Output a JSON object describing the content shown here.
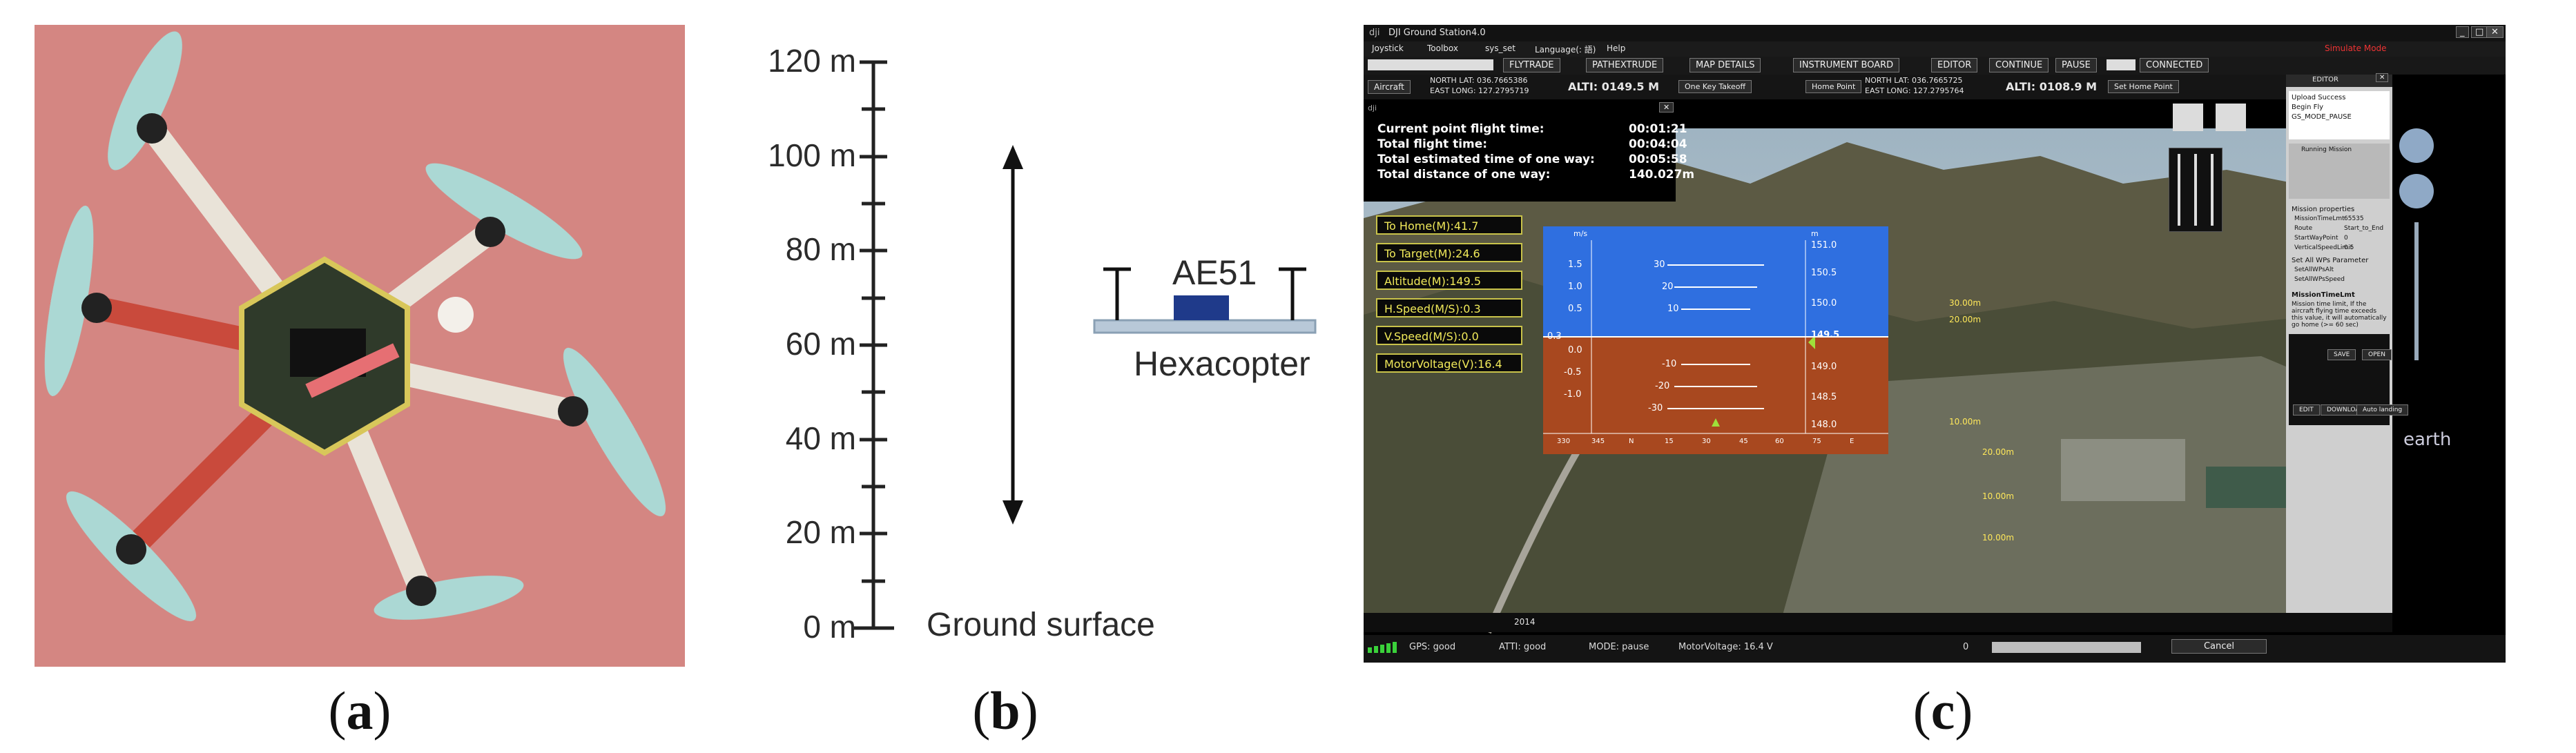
{
  "captions": {
    "a": "a",
    "b": "b",
    "c": "c"
  },
  "scale": {
    "ticks": [
      "120 m",
      "100 m",
      "80 m",
      "60 m",
      "40 m",
      "20 m",
      "0 m"
    ],
    "ground_label": "Ground surface",
    "device_label": "AE51",
    "platform_label": "Hexacopter"
  },
  "gcs": {
    "window_title": "DJI Ground Station4.0",
    "menu": [
      "Joystick",
      "Toolbox",
      "sys_set",
      "Language(: 語)",
      "Help"
    ],
    "mode_text": "Simulate Mode",
    "toolbar": [
      "FLYTRADE",
      "PATHEXTRUDE",
      "MAP DETAILS",
      "INSTRUMENT BOARD",
      "EDITOR",
      "CONTINUE",
      "PAUSE",
      "CONNECTED"
    ],
    "aircraft": {
      "label": "Aircraft",
      "lat": "NORTH LAT: 036.7665386",
      "lon": "EAST LONG: 127.2795719",
      "alti": "ALTI: 0149.5 M"
    },
    "takeoff_label": "One Key Takeoff",
    "home": {
      "label": "Home Point",
      "lat": "NORTH LAT: 036.7665725",
      "lon": "EAST LONG: 127.2795764",
      "alti": "ALTI: 0108.9 M"
    },
    "set_home_label": "Set Home Point",
    "info": {
      "rows": [
        {
          "label": "Current point flight time:",
          "value": "00:01:21"
        },
        {
          "label": "Total flight time:",
          "value": "00:04:04"
        },
        {
          "label": "Total estimated time of one way:",
          "value": "00:05:58"
        },
        {
          "label": "Total distance of one way:",
          "value": "140.027m"
        }
      ]
    },
    "telemetry": [
      "To Home(M):41.7",
      "To Target(M):24.6",
      "Altitude(M):149.5",
      "H.Speed(M/S):0.3",
      "V.Speed(M/S):0.0",
      "MotorVoltage(V):16.4"
    ],
    "editor": {
      "title": "EDITOR",
      "log": [
        "Upload Success",
        "Begin Fly",
        "GS_MODE_PAUSE"
      ],
      "mission_tree": "Running Mission",
      "props_header": "Mission properties",
      "props": [
        {
          "k": "MissionTimeLmt",
          "v": "65535"
        },
        {
          "k": "Route",
          "v": "Start_to_End"
        },
        {
          "k": "StartWayPoint",
          "v": "0"
        },
        {
          "k": "VerticalSpeedLimit",
          "v": "0.5"
        }
      ],
      "wp_header": "Set All WPs Parameter",
      "wp_items": [
        "SetAllWPsAlt",
        "SetAllWPsSpeed"
      ],
      "desc_title": "MissionTimeLmt",
      "desc": "Mission time limit, If the aircraft flying time exceeds this value, it will automatically go home (>= 60 sec)",
      "buttons": [
        "SAVE",
        "OPEN",
        "EDIT",
        "DOWNLOAD",
        "Auto landing"
      ]
    },
    "map_year": "2014",
    "status": [
      "GPS: good",
      "ATTI: good",
      "MODE: pause",
      "MotorVoltage: 16.4 V"
    ],
    "progress_value": "0",
    "cancel_label": "Cancel",
    "earth_label": "earth",
    "pfd": {
      "vs_ticks": [
        "1.5",
        "1.0",
        "0.5",
        "0.3",
        "0.0",
        "-0.5",
        "-1.0"
      ],
      "alt_ticks": [
        "151.0",
        "150.5",
        "150.0",
        "149.5",
        "149.0",
        "148.5",
        "148.0"
      ],
      "pitch_ticks": [
        "30",
        "20",
        "10",
        "-10",
        "-20",
        "-30"
      ],
      "heading": [
        "330",
        "345",
        "N",
        "15",
        "30",
        "45",
        "60",
        "75",
        "E"
      ]
    },
    "waypoint_labels": [
      "30.00m",
      "20.00m",
      "10.00m",
      "20.00m",
      "10.00m",
      "10.00m"
    ]
  }
}
